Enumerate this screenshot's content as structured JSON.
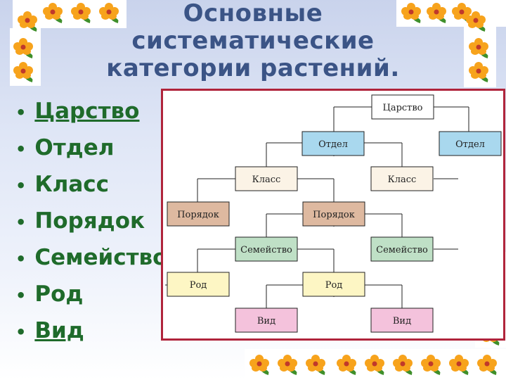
{
  "slide": {
    "title_lines": [
      "Основные",
      "систематические",
      "категории растений."
    ]
  },
  "bullets": [
    {
      "text": "Царство",
      "underlined": true
    },
    {
      "text": "Отдел",
      "underlined": false
    },
    {
      "text": "Класс",
      "underlined": false
    },
    {
      "text": "Порядок",
      "underlined": false
    },
    {
      "text": "Семейство",
      "underlined": false
    },
    {
      "text": "Род",
      "underlined": false
    },
    {
      "text": "Вид",
      "underlined": true
    }
  ],
  "diagram": {
    "nodes": [
      {
        "id": "kingdom",
        "label": "Царство",
        "color": "#ffffff"
      },
      {
        "id": "division-1",
        "label": "Отдел",
        "color": "#a9d8ee"
      },
      {
        "id": "division-2",
        "label": "Отдел",
        "color": "#a9d8ee"
      },
      {
        "id": "class-1",
        "label": "Класс",
        "color": "#fbf3e6"
      },
      {
        "id": "class-2",
        "label": "Класс",
        "color": "#fbf3e6"
      },
      {
        "id": "order-1",
        "label": "Порядок",
        "color": "#deb9a0"
      },
      {
        "id": "order-2",
        "label": "Порядок",
        "color": "#deb9a0"
      },
      {
        "id": "family-1",
        "label": "Семейство",
        "color": "#bfe0c6"
      },
      {
        "id": "family-2",
        "label": "Семейство",
        "color": "#bfe0c6"
      },
      {
        "id": "genus-1",
        "label": "Род",
        "color": "#fdf6c4"
      },
      {
        "id": "genus-2",
        "label": "Род",
        "color": "#fdf6c4"
      },
      {
        "id": "species-1",
        "label": "Вид",
        "color": "#f4c2dc"
      },
      {
        "id": "species-2",
        "label": "Вид",
        "color": "#f4c2dc"
      }
    ]
  },
  "colors": {
    "title": "#3b5486",
    "bullets": "#1f6b2b",
    "frame_border": "#b0243b",
    "petal": "#f7a31c",
    "leaf": "#3f8f2a"
  },
  "decor": {
    "icon": "flower-icon"
  }
}
